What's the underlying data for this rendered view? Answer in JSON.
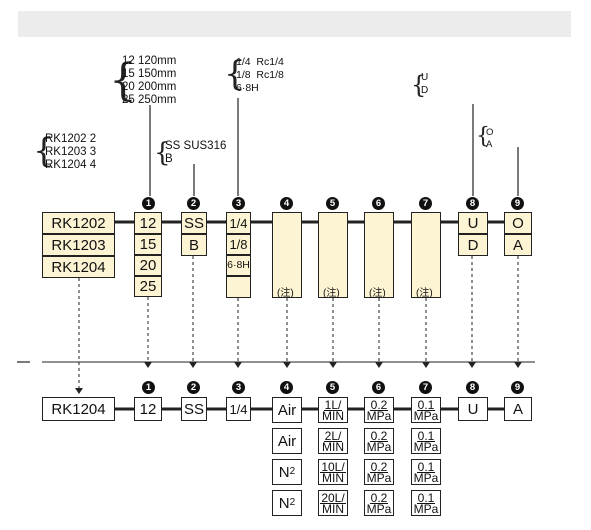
{
  "top_annotations": {
    "series": [
      "RK1202 2",
      "RK1203 3",
      "RK1204 4"
    ],
    "size": [
      "12 120mm",
      "15 150mm",
      "20 200mm",
      "25 250mm"
    ],
    "material": [
      "SS SUS316",
      "B"
    ],
    "port": [
      "1/4  Rc1/4",
      "1/8  Rc1/8",
      "6·8H"
    ],
    "option_8": [
      "U",
      "D"
    ],
    "option_9": [
      "O",
      "A"
    ]
  },
  "circle_numbers": [
    "1",
    "2",
    "3",
    "4",
    "5",
    "6",
    "7",
    "8",
    "9"
  ],
  "model_row": {
    "series": [
      "RK1202",
      "RK1203",
      "RK1204"
    ],
    "size": [
      "12",
      "15",
      "20",
      "25"
    ],
    "material": [
      "SS",
      "B"
    ],
    "port": [
      "1/4",
      "1/8",
      "6·8H"
    ],
    "note": "(注)",
    "option_8": [
      "U",
      "D"
    ],
    "option_9": [
      "O",
      "A"
    ]
  },
  "example": {
    "series": "RK1204",
    "size": "12",
    "material": "SS",
    "port": "1/4",
    "option_8": "U",
    "option_9": "A",
    "rows": [
      {
        "fluid": "Air",
        "fluid_sub": "",
        "flow_num": "1L/",
        "flow_den": "MIN",
        "p1_num": "0.2",
        "p1_den": "MPa",
        "p2_num": "0.1",
        "p2_den": "MPa"
      },
      {
        "fluid": "Air",
        "fluid_sub": "",
        "flow_num": "2L/",
        "flow_den": "MIN",
        "p1_num": "0.2",
        "p1_den": "MPa",
        "p2_num": "0.1",
        "p2_den": "MPa"
      },
      {
        "fluid": "N",
        "fluid_sub": "2",
        "flow_num": "10L/",
        "flow_den": "MIN",
        "p1_num": "0.2",
        "p1_den": "MPa",
        "p2_num": "0.1",
        "p2_den": "MPa"
      },
      {
        "fluid": "N",
        "fluid_sub": "2",
        "flow_num": "20L/",
        "flow_den": "MIN",
        "p1_num": "0.2",
        "p1_den": "MPa",
        "p2_num": "0.1",
        "p2_den": "MPa"
      }
    ]
  },
  "colors": {
    "box_fill": "#fdf4d3",
    "line": "#222222",
    "topbar": "#ececec"
  }
}
